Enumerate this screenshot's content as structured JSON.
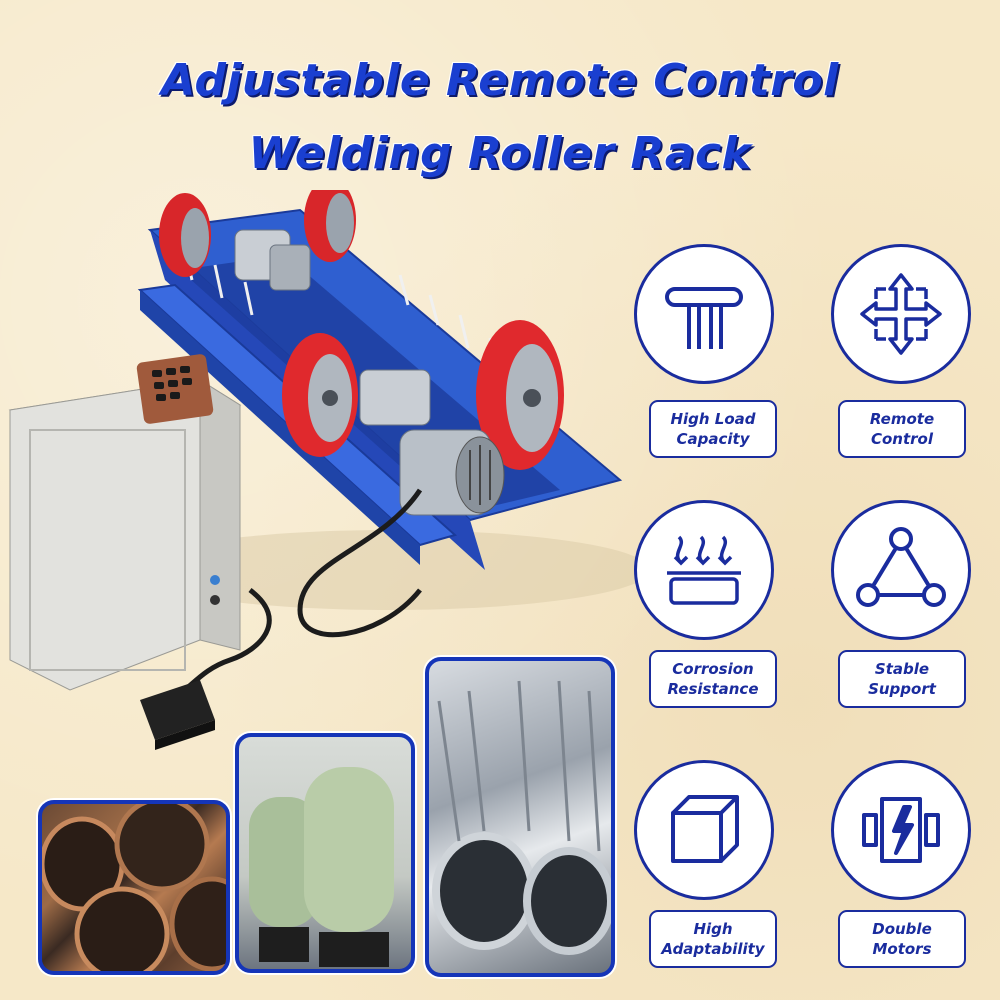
{
  "title": {
    "line1": "Adjustable Remote Control",
    "line2": "Welding Roller Rack"
  },
  "features": [
    {
      "label": "High Load\nCapacity",
      "icon": "table-load-icon"
    },
    {
      "label": "Remote\nControl",
      "icon": "four-way-arrows-icon"
    },
    {
      "label": "Corrosion\nResistance",
      "icon": "corrosion-waves-icon"
    },
    {
      "label": "Stable\nSupport",
      "icon": "triangle-nodes-icon"
    },
    {
      "label": "High\nAdaptability",
      "icon": "cube-icon"
    },
    {
      "label": "Double\nMotors",
      "icon": "motor-bolt-icon"
    }
  ],
  "colors": {
    "accent": "#1a2c9e",
    "title": "#1a3fd0",
    "background": "#f6e8c8",
    "frame": "#2f5fd0",
    "roller": "#d8262a"
  }
}
